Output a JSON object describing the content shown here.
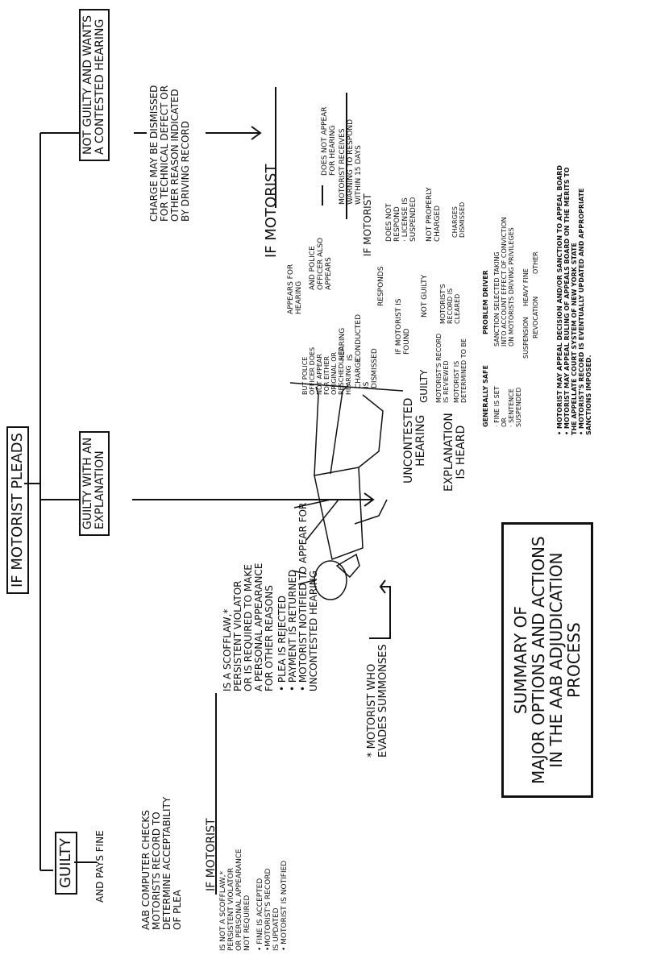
{
  "root": "IF MOTORIST PLEADS",
  "plea_guilty": "GUILTY",
  "plea_explanation": "GUILTY WITH AN\nEXPLANATION",
  "plea_not_guilty": "NOT GUILTY AND WANTS\nA CONTESTED HEARING",
  "guilty": {
    "pays_fine": "AND PAYS FINE",
    "computer_checks": "AAB COMPUTER CHECKS\nMOTORISTS RECORD TO\nDETERMINE ACCEPTABILITY\nOF PLEA",
    "if_motorist": "IF MOTORIST",
    "not_scofflaw": "IS NOT A SCOFFLAW,*\nPERSISTENT VIOLATOR\nOR PERSONAL APPEARANCE\nNOT REQUIRED",
    "not_scofflaw_results": "• FINE IS ACCEPTED\n•MOTORIST'S RECORD\nIS UPDATED\n• MOTORIST IS NOTIFIED",
    "is_scofflaw": "IS A SCOFFLAW,*\nPERSISTENT VIOLATOR\nOR IS REQUIRED TO MAKE\nA PERSONAL APPEARANCE\nFOR OTHER REASONS",
    "is_scofflaw_results": "• PLEA IS REJECTED\n• PAYMENT IS RETURNED\n• MOTORIST NOTIFIED TO APPEAR FOR\nUNCONTESTED HEARING"
  },
  "footnote": "* MOTORIST WHO\nEVADES SUMMONSES",
  "uncontested_hearing": "UNCONTESTED\nHEARING",
  "explanation_heard": "EXPLANATION\nIS HEARD",
  "contested": {
    "charge_dismissed_note": "CHARGE MAY BE DISMISSED\nFOR TECHNICAL DEFECT OR\nOTHER REASON INDICATED\nBY DRIVING RECORD",
    "if_motorist": "IF MOTORIST",
    "appears": "APPEARS FOR\nHEARING",
    "police_not_appear": "BUT POLICE\nOFFICER DOES\nNOT APPEAR\nFOR EITHER\nORIGINAL OR\nRESCHEDULED\nHEARING",
    "charge_is_dismissed": "CHARGE\nIS\nDISMISSED",
    "police_appears": "AND POLICE\nOFFICER ALSO\nAPPEARS",
    "hearing_conducted": "HEARING\nIS\nCONDUCTED",
    "does_not_appear": "DOES NOT APPEAR\nFOR HEARING",
    "receives_warning": "MOTORIST RECEIVES\nWARNING TO RESPOND\nWITHIN 15 DAYS",
    "if_motorist_2": "IF MOTORIST",
    "responds": "RESPONDS",
    "does_not_respond": "DOES NOT\nRESPOND\n· LICENSE IS\nSUSPENDED",
    "if_found": "IF MOTORIST IS\nFOUND",
    "guilty": "GUILTY",
    "record_reviewed": "MOTORIST'S RECORD\nIS REVIEWED",
    "determined": "MOTORIST IS\nDETERMINED TO BE",
    "not_guilty": "NOT GUILTY",
    "record_cleared": "MOTORIST'S\nRECORD IS\nCLEARED",
    "not_properly_charged": "NOT PROPERLY\nCHARGED",
    "charges_dismissed": "CHARGES\nDISMISSED",
    "generally_safe": "GENERALLY SAFE",
    "safe_sanctions": "· FINE IS SET\nOR\n· SENTENCE\nSUSPENDED",
    "problem_driver": "PROBLEM DRIVER",
    "sanction_text": "SANCTION SELECTED TAKING\nINTO ACCOUNT EFFECT OF CONVICTION\nON MOTORISTS DRIVING PRIVILEGES",
    "suspension": "SUSPENSION",
    "heavy_fine": "HEAVY FINE",
    "revocation": "REVOCATION",
    "other": "OTHER",
    "appeal_notes": "• MOTORIST MAY APPEAL DECISION AND/OR SANCTION TO APPEAL BOARD\n• MOTORIST MAY APPEAL RULING OF APPEALS BOARD ON THE MERITS TO\nTHE APPELLATE COURT SYSTEM OF NEW YORK STATE\n• MOTORIST'S RECORD IS EVENTUALLY UPDATED AND APPROPRIATE\nSANCTIONS IMPOSED."
  },
  "summary_title": "SUMMARY OF\nMAJOR OPTIONS AND ACTIONS\nIN THE AAB ADJUDICATION\nPROCESS"
}
